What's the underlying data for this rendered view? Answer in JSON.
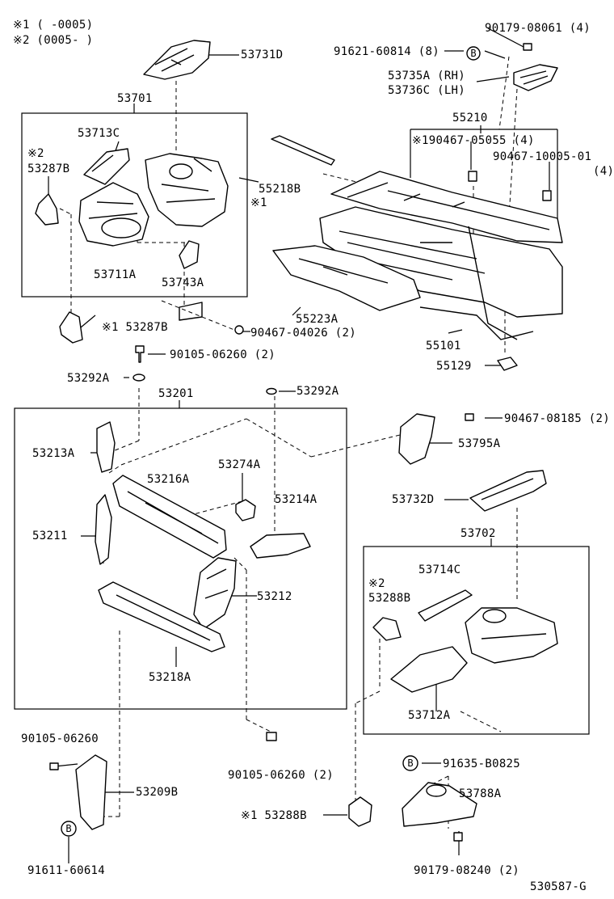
{
  "notes": {
    "note1": "※1 (      -0005)",
    "note2": "※2 (0005-      )"
  },
  "labels": {
    "p53731D": "53731D",
    "p90179_08061": "90179-08061 (4)",
    "p91621_60814": "91621-60814 (8)",
    "p53735A": "53735A (RH)",
    "p53736C": "53736C (LH)",
    "p53701": "53701",
    "p55210": "55210",
    "p53713C": "53713C",
    "p190467_05055": "※190467-05055 (4)",
    "p90467_10005": "90467-10005-01",
    "p90467_10005_qty": "(4)",
    "p53287B_note": "※2",
    "p53287B": "53287B",
    "p55218B": "55218B",
    "p55218B_note": "※1",
    "p53711A": "53711A",
    "p53743A": "53743A",
    "p55223A": "55223A",
    "p53287B_2": "※1 53287B",
    "p90467_04026": "90467-04026 (2)",
    "p55101": "55101",
    "p90105_06260_a": "90105-06260 (2)",
    "p55129": "55129",
    "p53292A_left": "53292A",
    "p53292A_right": "53292A",
    "p53201": "53201",
    "p90467_08185": "90467-08185 (2)",
    "p53213A": "53213A",
    "p53795A": "53795A",
    "p53274A": "53274A",
    "p53216A": "53216A",
    "p53214A": "53214A",
    "p53732D": "53732D",
    "p53211": "53211",
    "p53702": "53702",
    "p53212": "53212",
    "p53714C": "53714C",
    "p53288B_note": "※2",
    "p53288B": "53288B",
    "p53218A": "53218A",
    "p53712A": "53712A",
    "p90105_06260_b": "90105-06260",
    "p91635_B0825": "91635-B0825",
    "p53209B": "53209B",
    "p90105_06260_c": "90105-06260 (2)",
    "p53788A": "53788A",
    "p53288B_2": "※1 53288B",
    "p91611_60614": "91611-60614",
    "p90179_08240": "90179-08240 (2)",
    "diagram_code": "530587-G",
    "callout_b": "B"
  }
}
